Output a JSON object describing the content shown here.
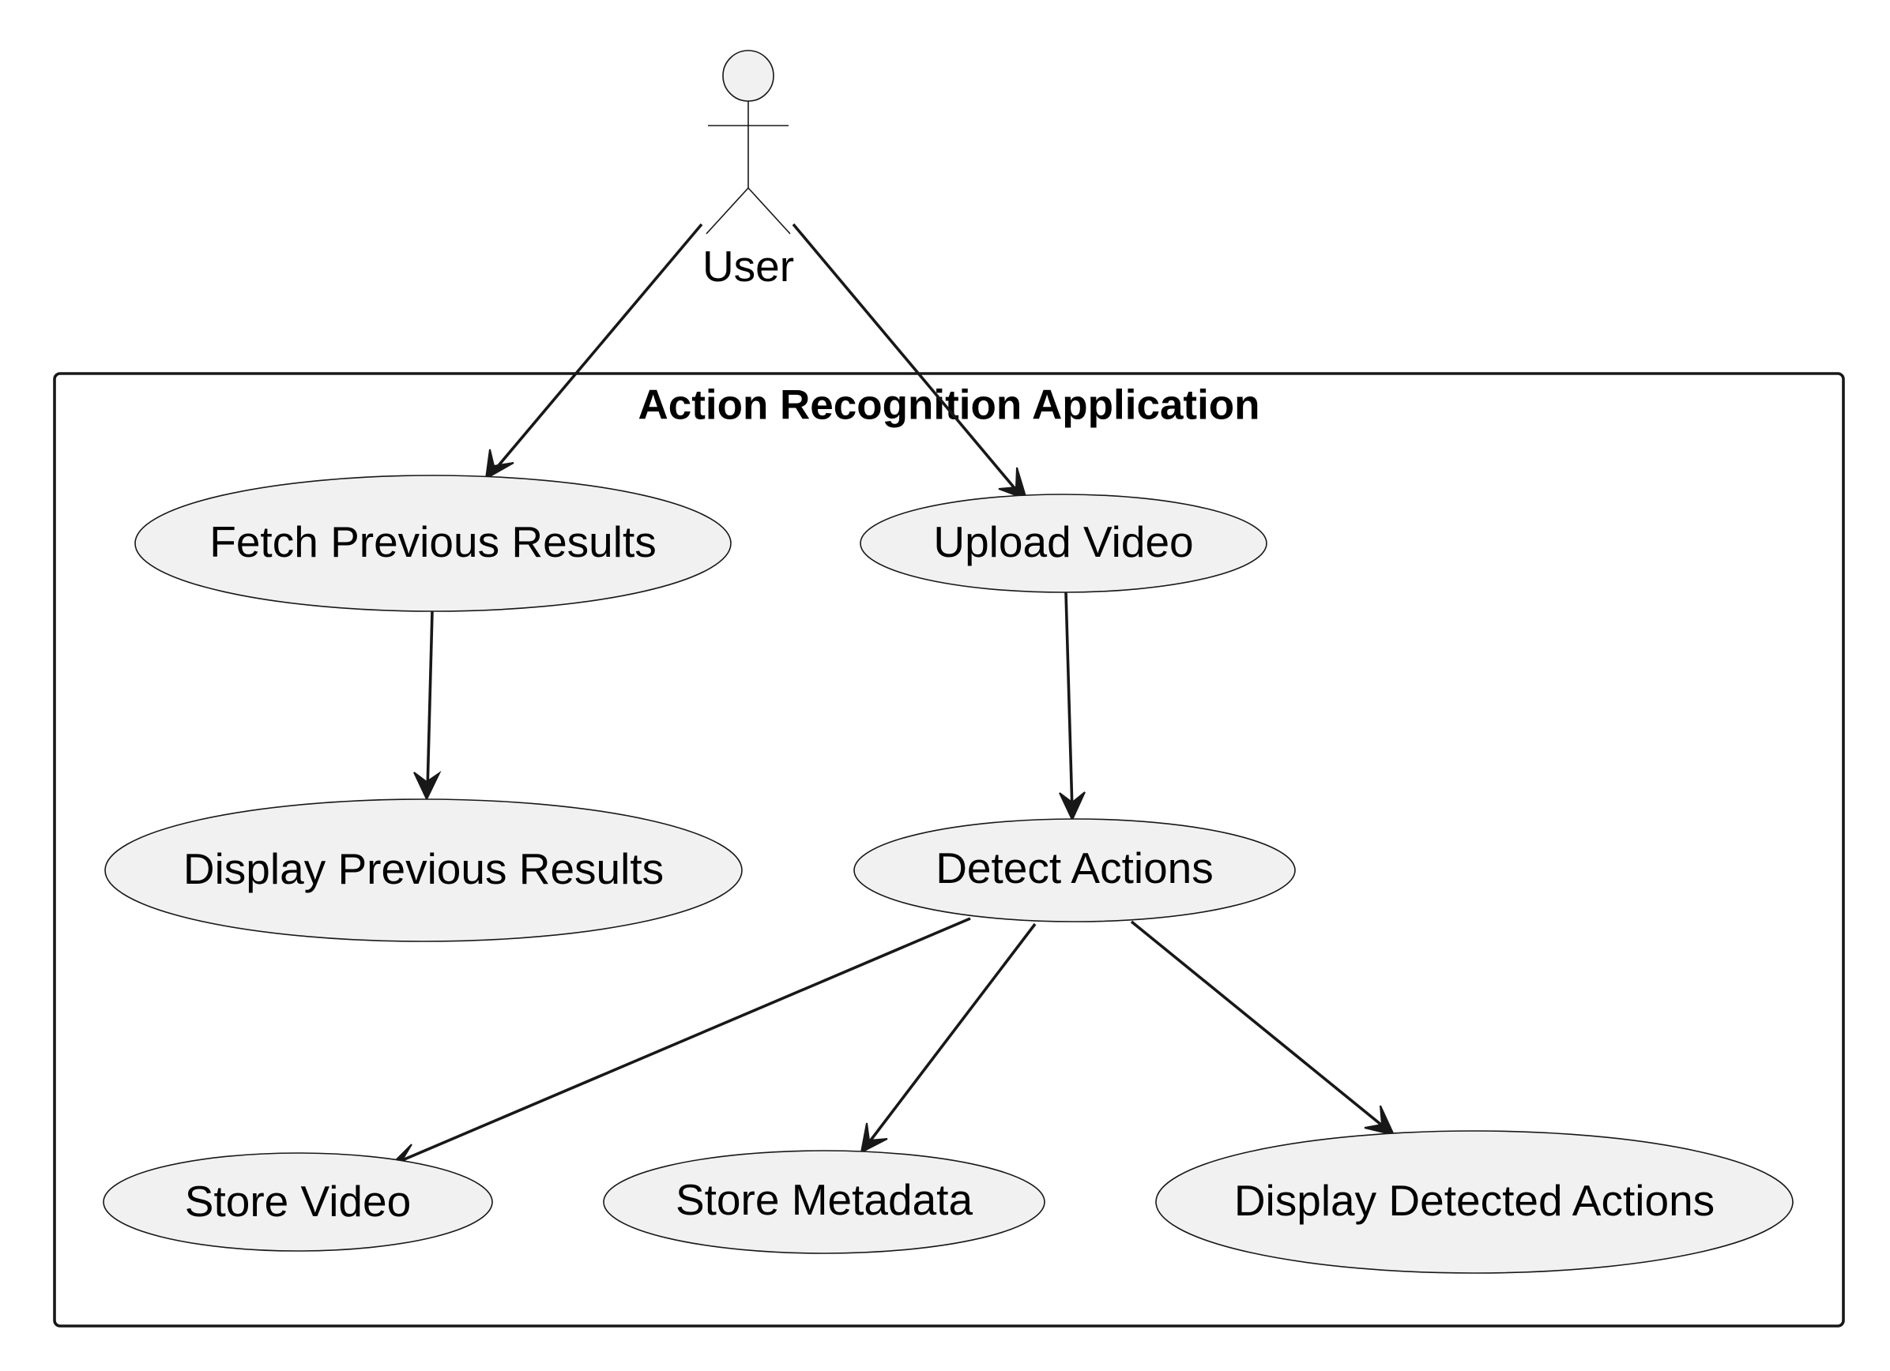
{
  "diagram": {
    "system_boundary": {
      "title": "Action Recognition Application"
    },
    "actor": {
      "label": "User"
    },
    "use_cases": {
      "fetch_previous_results": "Fetch Previous Results",
      "upload_video": "Upload Video",
      "display_previous_results": "Display Previous Results",
      "detect_actions": "Detect Actions",
      "store_video": "Store Video",
      "store_metadata": "Store Metadata",
      "display_detected_actions": "Display Detected Actions"
    },
    "relationships": [
      {
        "from": "User",
        "to": "Fetch Previous Results"
      },
      {
        "from": "User",
        "to": "Upload Video"
      },
      {
        "from": "Fetch Previous Results",
        "to": "Display Previous Results"
      },
      {
        "from": "Upload Video",
        "to": "Detect Actions"
      },
      {
        "from": "Detect Actions",
        "to": "Store Video"
      },
      {
        "from": "Detect Actions",
        "to": "Store Metadata"
      },
      {
        "from": "Detect Actions",
        "to": "Display Detected Actions"
      }
    ],
    "colors": {
      "fill": "#f1f1f1",
      "stroke": "#181818",
      "text": "#000000"
    }
  }
}
